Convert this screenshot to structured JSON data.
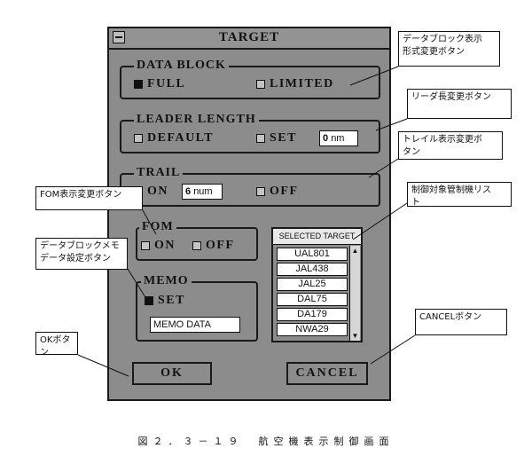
{
  "dialog": {
    "title": "TARGET",
    "data_block": {
      "label": "DATA BLOCK",
      "full": "FULL",
      "limited": "LIMITED"
    },
    "leader_length": {
      "label": "LEADER LENGTH",
      "default": "DEFAULT",
      "set": "SET",
      "value": "0",
      "unit": "nm"
    },
    "trail": {
      "label": "TRAIL",
      "on": "ON",
      "value": "6",
      "unit": "num",
      "off": "OFF"
    },
    "fom": {
      "label": "FOM",
      "on": "ON",
      "off": "OFF"
    },
    "memo": {
      "label": "MEMO",
      "set": "SET",
      "data": "MEMO DATA"
    },
    "selected_target": {
      "header": "SELECTED TARGET",
      "items": [
        "UAL801",
        "JAL438",
        "JAL25",
        "DAL75",
        "DA179",
        "NWA29"
      ]
    },
    "ok_label": "OK",
    "cancel_label": "CANCEL"
  },
  "annotations": {
    "data_block_format": "データブロック表示\n形式変更ボタン",
    "leader_length_change": "リーダ長変更ボタン",
    "trail_display_change": "トレイル表示変更ボ\nタン",
    "fom_display_change": "FOM表示変更ボタン",
    "target_list": "制御対象管制機リス\nト",
    "memo_set": "データブロックメモ\nデータ設定ボタン",
    "cancel_button": "CANCELボタン",
    "ok_button": "OKボタン"
  },
  "caption": "図２．３－１９　航空機表示制御画面"
}
